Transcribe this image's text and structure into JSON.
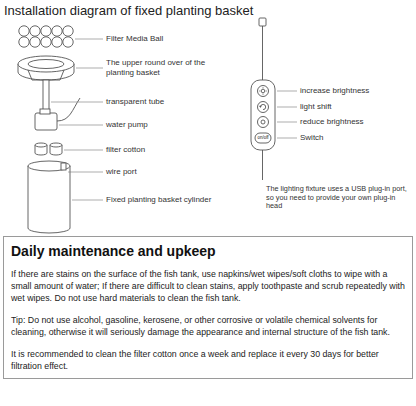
{
  "diagram": {
    "title": "Installation diagram of fixed planting basket",
    "nodes": [
      {
        "text": [
          "Daily maintenance and upkeep",
          "If there are stains on the surface of the fish tank, use napkins/wet wipes/soft cloths to wipe with a small amount of water; If there are difficult to clean stains, apply toothpaste and scrub repeatedly with wet wipes. Do not use hard materials to clean the fish tank.",
          "Tip: Do not use alcohol, gasoline, kerosene, or other corrosive or volatile chemical solvents for cleaning, otherwise it will seriously damage the appearance and internal structure of the fish tank.",
          "It is recommended to clean the filter cotton once a week and replace it every 30 days for better filtration effect."
        ]
      }
    ],
    "labels": [
      "Filter Media Ball",
      "The upper round over of the planting basket",
      "transparent tube",
      "water pump",
      "filter cotton",
      "wire port",
      "Fixed planting basket cylinder",
      "increase brightness",
      "light shift",
      "reduce brightness",
      "on/off",
      "Switch",
      "The lighting fixture uses a USB plug-in port, so you need to provide your own plug-in head"
    ]
  }
}
